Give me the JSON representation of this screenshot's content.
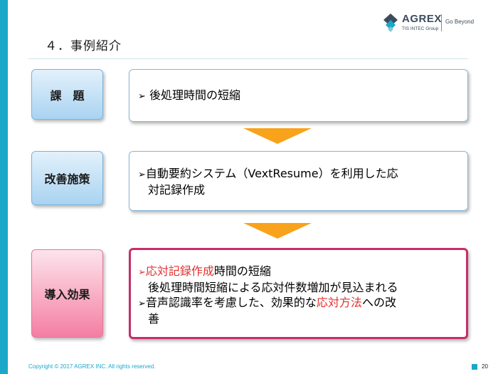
{
  "logo": {
    "name": "AGREX",
    "group": "TIS INTEC Group",
    "tagline": "Go Beyond",
    "colors": {
      "mark_dark": "#3b4c5c",
      "mark_teal": "#1aa7c8"
    }
  },
  "slide": {
    "title": "４．事例紹介"
  },
  "rows": [
    {
      "label": "課　題",
      "lines": [
        {
          "mark": "➢",
          "parts": [
            {
              "text": " 後処理時間の短縮"
            }
          ]
        }
      ]
    },
    {
      "label": "改善施策",
      "lines": [
        {
          "mark": "➢",
          "parts": [
            {
              "text": "自動要約システム（VextResume）を利用した応"
            }
          ]
        },
        {
          "parts": [
            {
              "text": "対記録作成"
            }
          ]
        }
      ]
    },
    {
      "label": "導入効果",
      "lines": [
        {
          "mark": "➢",
          "parts": [
            {
              "text": "応対記録作成",
              "highlight": true
            },
            {
              "text": "時間の短縮"
            }
          ]
        },
        {
          "parts": [
            {
              "text": "後処理時間短縮による応対件数増加が見込まれる"
            }
          ]
        },
        {
          "mark": "➢",
          "parts": [
            {
              "text": "音声認識率を考慮した、効果的な"
            },
            {
              "text": "応対方法",
              "highlight": true
            },
            {
              "text": "への改"
            }
          ]
        },
        {
          "parts": [
            {
              "text": "善"
            }
          ]
        }
      ]
    }
  ],
  "colors": {
    "accent": "#1aa7c8",
    "arrow": "#f9a21c",
    "highlight_text": "#e0312f",
    "effect_border": "#c72e69"
  },
  "footer": {
    "copyright": "Copyright © 2017 AGREX INC. All rights reserved.",
    "page_number": "20"
  }
}
